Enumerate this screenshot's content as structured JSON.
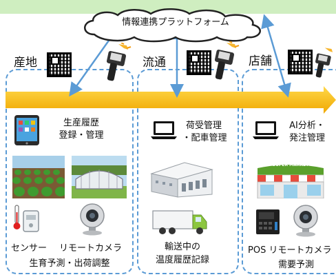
{
  "platform": {
    "label": "情報連携プラットフォーム"
  },
  "sections": {
    "origin": {
      "title": "産地",
      "item1": "生産履歴",
      "item2": "登録・管理",
      "sensor": "センサー",
      "camera": "リモートカメラ",
      "footer": "生育予測・出荷調整"
    },
    "distribution": {
      "title": "流通",
      "item1": "荷受管理",
      "item2": "・配車管理",
      "transport1": "輸送中の",
      "transport2": "温度履歴記録"
    },
    "store": {
      "title": "店舗",
      "item1": "AI分析・",
      "item2": "発注管理",
      "store_sign": "SUPER MARKET",
      "pos_line": "POS  リモートカメラ",
      "footer": "需要予測"
    }
  },
  "icons": [
    "cloud-icon",
    "qr-code-icon",
    "handheld-scanner-icon",
    "tablet-icon",
    "laptop-icon",
    "field-icon",
    "greenhouse-icon",
    "sensor-icon",
    "webcam-icon",
    "warehouse-icon",
    "truck-icon",
    "supermarket-icon",
    "pos-terminal-icon"
  ],
  "colors": {
    "panel_border": "#5b9bd5",
    "flow_arrow": "#f5b800",
    "top_band": "#cfeec0"
  }
}
